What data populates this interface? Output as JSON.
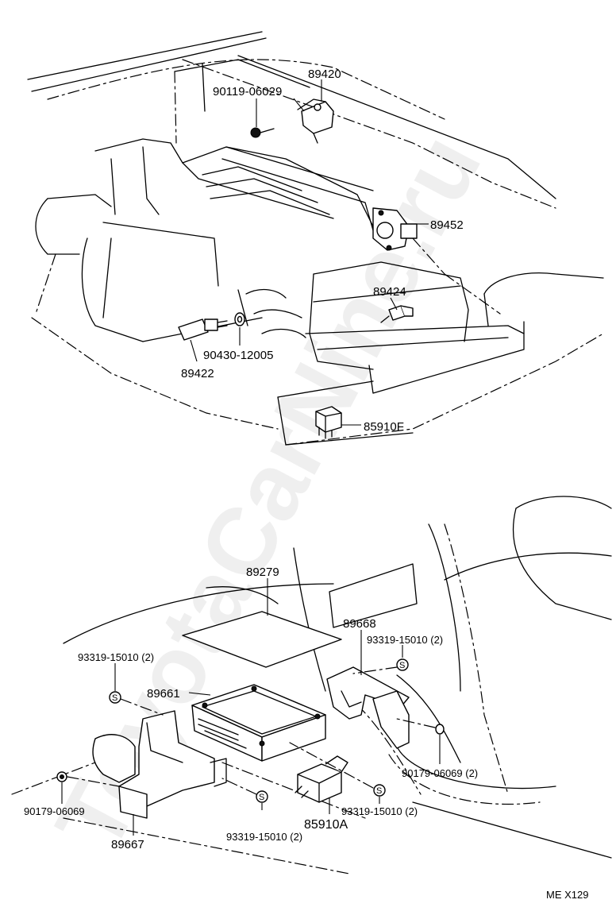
{
  "watermark": "ToyotaCarNine.ru",
  "figure_code": "ME X129",
  "symbol_letter": "S",
  "labels": {
    "p89420": "89420",
    "p90119": "90119-06029",
    "p89452": "89452",
    "p89424": "89424",
    "p89422": "89422",
    "p90430": "90430-12005",
    "p85910F": "85910F",
    "p89279": "89279",
    "p89668": "89668",
    "p93319_upper_right": "93319-15010 (2)",
    "p93319_left": "93319-15010 (2)",
    "p89661": "89661",
    "p90179_right": "90179-06069 (2)",
    "p90179_left": "90179-06069",
    "p93319_lower_right": "93319-15010 (2)",
    "p85910A": "85910A",
    "p93319_bottom": "93319-15010 (2)",
    "p89667": "89667"
  }
}
